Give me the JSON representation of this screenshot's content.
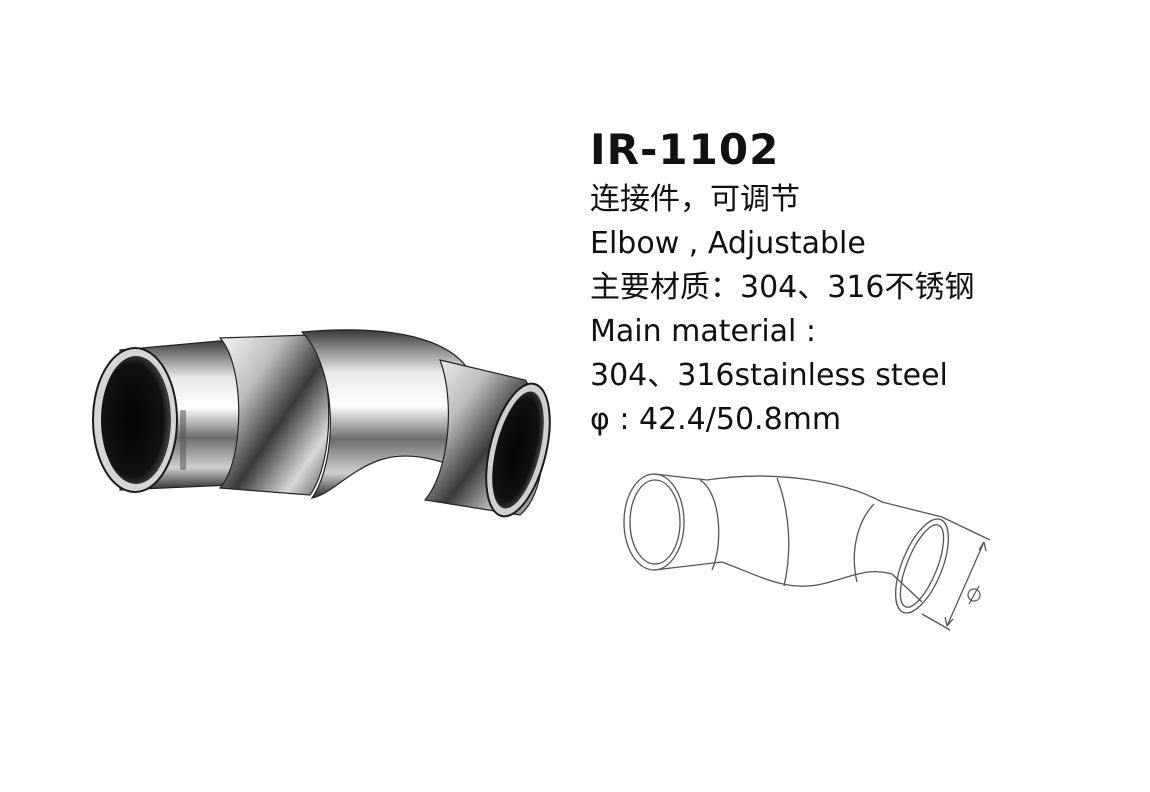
{
  "product": {
    "model": "IR-1102",
    "name_zh": "连接件，可调节",
    "name_en": "Elbow , Adjustable",
    "material_zh": "主要材质：304、316不锈钢",
    "material_en_label": "Main material :",
    "material_en_value": "304、316stainless steel",
    "diameter": "φ : 42.4/50.8mm"
  },
  "drawing": {
    "dimension_symbol": "φ"
  },
  "colors": {
    "steel_light": "#f2f2f2",
    "steel_dark": "#2a2a2a",
    "line_drawing": "#555555"
  }
}
